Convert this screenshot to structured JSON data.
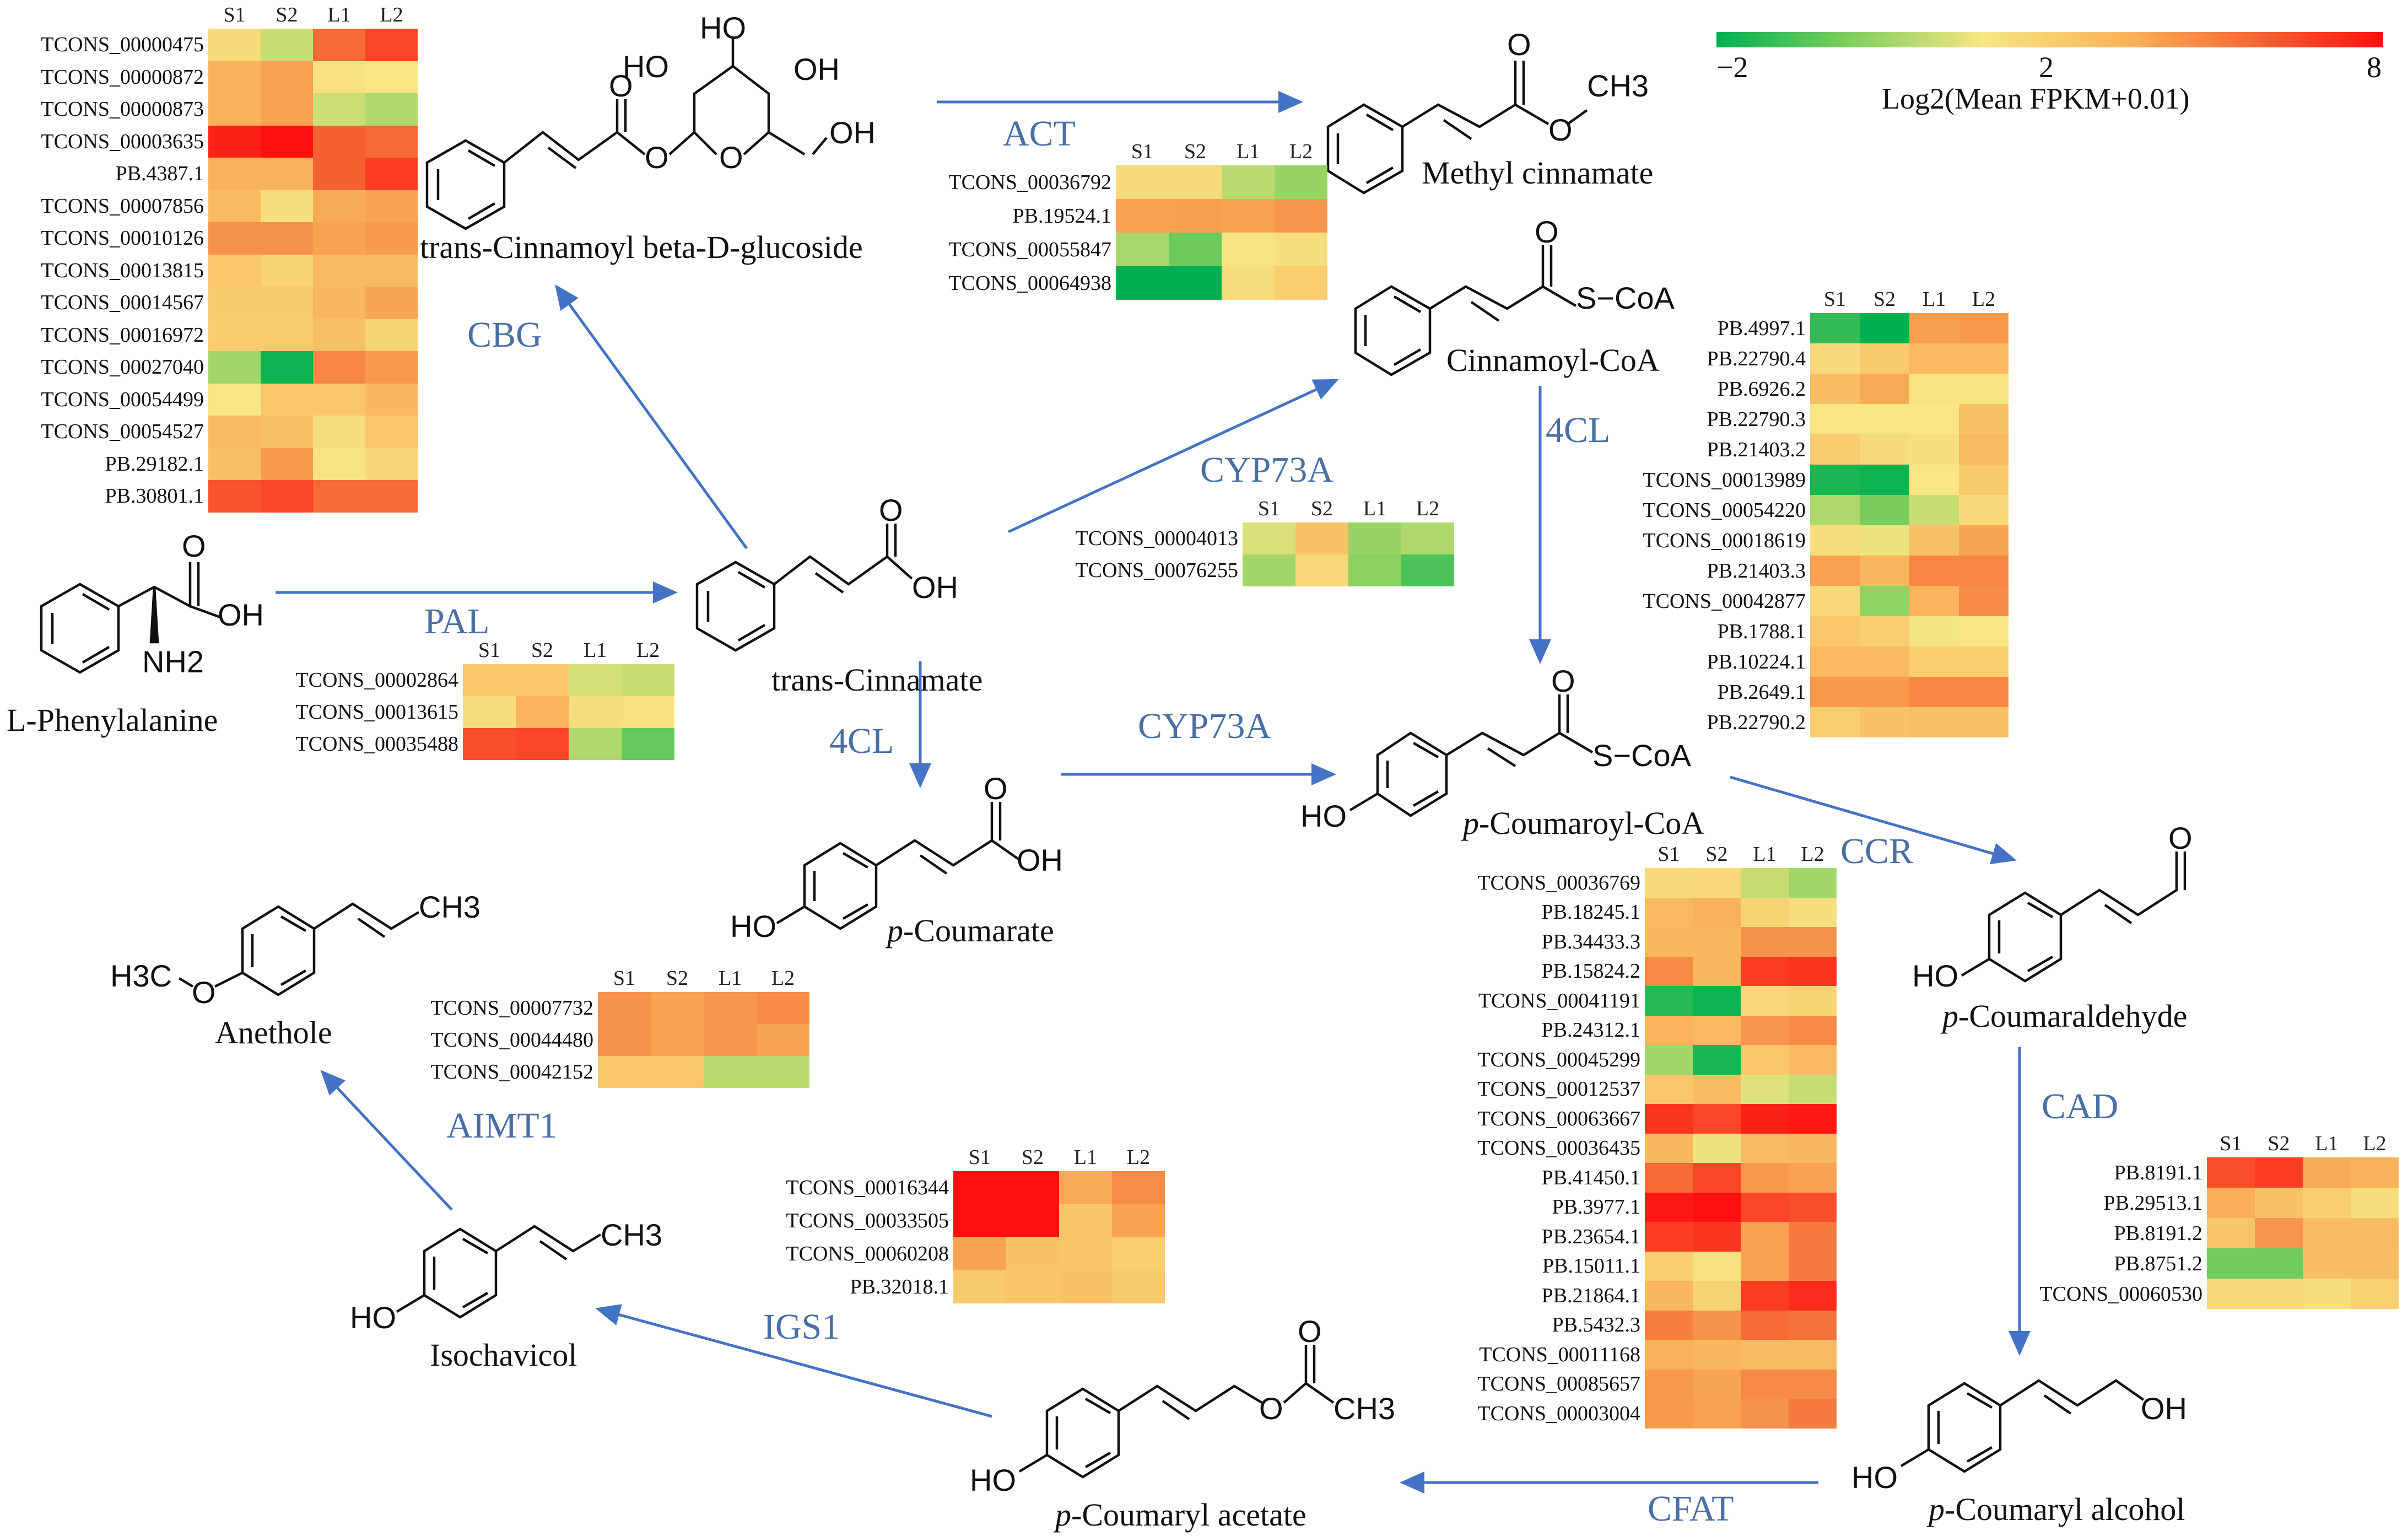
{
  "figure": {
    "legend": {
      "min_label": "−2",
      "mid_label": "2",
      "max_label": "8",
      "title": "Log2(Mean FPKM+0.01)",
      "colors": {
        "low": "#00b050",
        "mid": "#f7e683",
        "high": "#ff1010"
      }
    },
    "compounds": {
      "phe": "L-Phenylalanine",
      "cinnamate": "trans-Cinnamate",
      "cbg_product": "trans-Cinnamoyl beta-D-glucoside",
      "methyl_cinnamate": "Methyl cinnamate",
      "cinnamoyl_coa": "Cinnamoyl-CoA",
      "coumaroyl_coa_prefix": "p",
      "coumaroyl_coa": "-Coumaroyl-CoA",
      "coumarate_prefix": "p",
      "coumarate": "-Coumarate",
      "coumaraldehyde_prefix": "p",
      "coumaraldehyde": "-Coumaraldehyde",
      "coumaryl_alcohol_prefix": "p",
      "coumaryl_alcohol": "-Coumaryl alcohol",
      "coumaryl_acetate_prefix": "p",
      "coumaryl_acetate": "-Coumaryl acetate",
      "isochavicol": "Isochavicol",
      "anethole": "Anethole"
    },
    "enzymes": {
      "pal": "PAL",
      "cbg": "CBG",
      "act": "ACT",
      "cyp73a_top": "CYP73A",
      "cyp73a_mid": "CYP73A",
      "fourcl_left": "4CL",
      "fourcl_right": "4CL",
      "ccr": "CCR",
      "cad": "CAD",
      "cfat": "CFAT",
      "igs1": "IGS1",
      "aimt1": "AIMT1"
    },
    "atoms": {
      "o": "O",
      "oh": "OH",
      "ho": "HO",
      "nh2": "NH2",
      "ch3": "CH3",
      "h3c": "H3C",
      "scoa": "S−CoA"
    }
  },
  "chart_data": {
    "type": "heatmap",
    "title": "",
    "columns": [
      "S1",
      "S2",
      "L1",
      "L2"
    ],
    "color_scale": {
      "label": "Log2(Mean FPKM+0.01)",
      "range": [
        -2,
        8
      ],
      "ticks": [
        -2,
        2,
        8
      ]
    },
    "heatmaps": [
      {
        "id": "CBG",
        "enzyme": "CBG",
        "rows": [
          "TCONS_00000475",
          "TCONS_00000872",
          "TCONS_00000873",
          "TCONS_00003635",
          "PB.4387.1",
          "TCONS_00007856",
          "TCONS_00010126",
          "TCONS_00013815",
          "TCONS_00014567",
          "TCONS_00016972",
          "TCONS_00027040",
          "TCONS_00054499",
          "TCONS_00054527",
          "PB.29182.1",
          "PB.30801.1"
        ],
        "values": [
          [
            2.5,
            1.2,
            6.0,
            6.8
          ],
          [
            4.2,
            4.6,
            2.2,
            2.0
          ],
          [
            4.2,
            4.6,
            1.3,
            0.8
          ],
          [
            7.6,
            8.0,
            6.2,
            6.0
          ],
          [
            4.2,
            4.2,
            6.2,
            7.0
          ],
          [
            3.8,
            2.4,
            4.4,
            4.6
          ],
          [
            5.0,
            5.0,
            4.6,
            4.8
          ],
          [
            3.3,
            2.8,
            3.8,
            3.8
          ],
          [
            3.2,
            3.2,
            4.0,
            4.5
          ],
          [
            3.1,
            3.1,
            3.6,
            2.8
          ],
          [
            0.6,
            -1.8,
            5.3,
            4.8
          ],
          [
            2.0,
            3.3,
            3.3,
            4.0
          ],
          [
            3.8,
            3.6,
            2.3,
            3.3
          ],
          [
            3.6,
            4.8,
            2.1,
            2.7
          ],
          [
            6.5,
            6.8,
            6.0,
            6.0
          ]
        ]
      },
      {
        "id": "ACT",
        "enzyme": "ACT",
        "rows": [
          "TCONS_00036792",
          "PB.19524.1",
          "TCONS_00055847",
          "TCONS_00064938"
        ],
        "values": [
          [
            2.5,
            2.5,
            1.0,
            0.4
          ],
          [
            4.6,
            4.7,
            4.6,
            4.9
          ],
          [
            0.7,
            -0.3,
            2.1,
            2.3
          ],
          [
            -2.0,
            -2.0,
            2.4,
            3.0
          ]
        ]
      },
      {
        "id": "CYP73A_top",
        "enzyme": "CYP73A",
        "rows": [
          "TCONS_00004013",
          "TCONS_00076255"
        ],
        "values": [
          [
            1.5,
            3.5,
            0.4,
            0.8
          ],
          [
            0.6,
            2.6,
            0.2,
            -0.8
          ]
        ]
      },
      {
        "id": "PAL",
        "enzyme": "PAL",
        "rows": [
          "TCONS_00002864",
          "TCONS_00013615",
          "TCONS_00035488"
        ],
        "values": [
          [
            3.3,
            3.3,
            1.4,
            1.2
          ],
          [
            2.4,
            4.1,
            2.4,
            2.2
          ],
          [
            6.6,
            6.8,
            0.8,
            -0.4
          ]
        ]
      },
      {
        "id": "4CL_right",
        "enzyme": "4CL",
        "rows": [
          "PB.4997.1",
          "PB.22790.4",
          "PB.6926.2",
          "PB.22790.3",
          "PB.21403.2",
          "TCONS_00013989",
          "TCONS_00054220",
          "TCONS_00018619",
          "PB.21403.3",
          "TCONS_00042877",
          "PB.1788.1",
          "PB.10224.1",
          "PB.2649.1",
          "PB.22790.2"
        ],
        "values": [
          [
            -1.2,
            -2.0,
            4.7,
            4.8
          ],
          [
            2.5,
            3.2,
            3.9,
            3.9
          ],
          [
            3.7,
            4.4,
            2.1,
            2.1
          ],
          [
            2.0,
            2.0,
            2.0,
            3.5
          ],
          [
            3.1,
            2.5,
            2.3,
            3.8
          ],
          [
            -1.6,
            -1.8,
            2.0,
            3.2
          ],
          [
            0.8,
            -0.1,
            1.2,
            2.5
          ],
          [
            2.4,
            1.8,
            3.5,
            4.5
          ],
          [
            4.6,
            4.0,
            5.3,
            5.3
          ],
          [
            2.6,
            0.3,
            4.1,
            5.2
          ],
          [
            3.3,
            3.0,
            1.9,
            2.0
          ],
          [
            3.9,
            3.9,
            3.0,
            3.0
          ],
          [
            4.8,
            4.8,
            5.3,
            5.3
          ],
          [
            3.0,
            3.5,
            3.6,
            3.6
          ]
        ]
      },
      {
        "id": "CCR",
        "enzyme": "CCR",
        "rows": [
          "TCONS_00036769",
          "PB.18245.1",
          "PB.34433.3",
          "PB.15824.2",
          "TCONS_00041191",
          "PB.24312.1",
          "TCONS_00045299",
          "TCONS_00012537",
          "TCONS_00063667",
          "TCONS_00036435",
          "PB.41450.1",
          "PB.3977.1",
          "PB.23654.1",
          "PB.15011.1",
          "PB.21864.1",
          "PB.5432.3",
          "TCONS_00011168",
          "TCONS_00085657",
          "TCONS_00003004"
        ],
        "values": [
          [
            2.5,
            2.6,
            1.2,
            0.6
          ],
          [
            3.9,
            4.2,
            2.8,
            2.3
          ],
          [
            4.0,
            4.0,
            5.0,
            5.0
          ],
          [
            5.2,
            4.0,
            7.0,
            7.2
          ],
          [
            -1.4,
            -1.8,
            2.6,
            2.8
          ],
          [
            4.1,
            3.9,
            4.9,
            5.2
          ],
          [
            0.6,
            -1.6,
            3.3,
            3.9
          ],
          [
            3.3,
            3.8,
            1.6,
            1.2
          ],
          [
            7.2,
            6.8,
            7.6,
            7.8
          ],
          [
            4.0,
            1.8,
            3.8,
            4.0
          ],
          [
            6.0,
            6.8,
            4.8,
            4.6
          ],
          [
            7.8,
            8.0,
            6.8,
            6.6
          ],
          [
            7.0,
            7.2,
            4.6,
            5.6
          ],
          [
            3.0,
            2.2,
            4.6,
            5.6
          ],
          [
            4.0,
            2.8,
            7.0,
            7.4
          ],
          [
            5.5,
            5.0,
            6.0,
            5.8
          ],
          [
            4.2,
            4.0,
            3.8,
            3.8
          ],
          [
            4.8,
            4.5,
            5.2,
            5.2
          ],
          [
            4.8,
            4.6,
            5.0,
            5.6
          ]
        ]
      },
      {
        "id": "CAD",
        "enzyme": "CAD",
        "rows": [
          "PB.8191.1",
          "PB.29513.1",
          "PB.8191.2",
          "PB.8751.2",
          "TCONS_00060530"
        ],
        "values": [
          [
            6.6,
            7.0,
            4.4,
            4.2
          ],
          [
            4.3,
            3.5,
            3.0,
            2.4
          ],
          [
            3.4,
            4.9,
            3.8,
            3.8
          ],
          [
            -0.2,
            -0.2,
            3.7,
            3.7
          ],
          [
            2.5,
            2.5,
            2.3,
            2.9
          ]
        ]
      },
      {
        "id": "AIMT1",
        "enzyme": "AIMT1",
        "rows": [
          "TCONS_00007732",
          "TCONS_00044480",
          "TCONS_00042152"
        ],
        "values": [
          [
            5.0,
            4.6,
            4.9,
            5.2
          ],
          [
            5.0,
            4.6,
            4.9,
            4.5
          ],
          [
            3.3,
            3.3,
            1.0,
            1.0
          ]
        ]
      },
      {
        "id": "IGS1",
        "enzyme": "IGS1",
        "rows": [
          "TCONS_00016344",
          "TCONS_00033505",
          "TCONS_00060208",
          "PB.32018.1"
        ],
        "values": [
          [
            8.0,
            8.0,
            4.4,
            5.1
          ],
          [
            8.0,
            8.0,
            3.4,
            4.6
          ],
          [
            4.6,
            3.5,
            3.4,
            3.0
          ],
          [
            3.2,
            3.4,
            3.5,
            3.2
          ]
        ]
      }
    ]
  }
}
